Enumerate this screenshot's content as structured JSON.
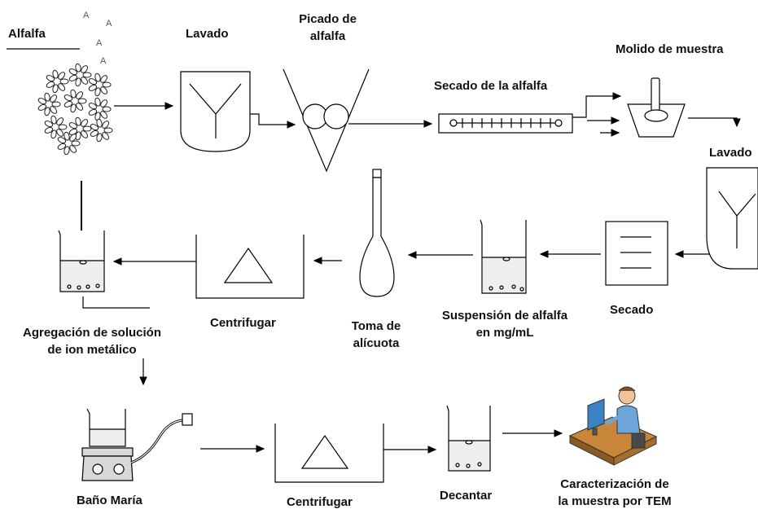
{
  "labels": {
    "alfalfa": "Alfalfa",
    "lavado_1": "Lavado",
    "picado_1": "Picado de",
    "picado_2": "alfalfa",
    "secado_alfalfa": "Secado de la alfalfa",
    "molido": "Molido de muestra",
    "lavado_2": "Lavado",
    "secado": "Secado",
    "suspension_1": "Suspensión de alfalfa",
    "suspension_2": "en mg/mL",
    "toma_1": "Toma de",
    "toma_2": "alícuota",
    "centrifugar_1": "Centrifugar",
    "agregacion_1": "Agregación de solución",
    "agregacion_2": "de ion metálico",
    "bano_maria": "Baño María",
    "centrifugar_2": "Centrifugar",
    "decantar": "Decantar",
    "caract_1": "Caracterización de",
    "caract_2": "la muestra por TEM",
    "leaf_letter": "A"
  },
  "colors": {
    "line": "#000000",
    "text": "#111111",
    "leaf": "#2a2a2a",
    "liquid": "#d9d9d9",
    "flask": "#ffffff",
    "hotplate": "#d8d8d8",
    "desk": "#c8863a",
    "monitor": "#3b82c4",
    "person_shirt": "#6ea5d8",
    "person_skin": "#f0c49a"
  }
}
